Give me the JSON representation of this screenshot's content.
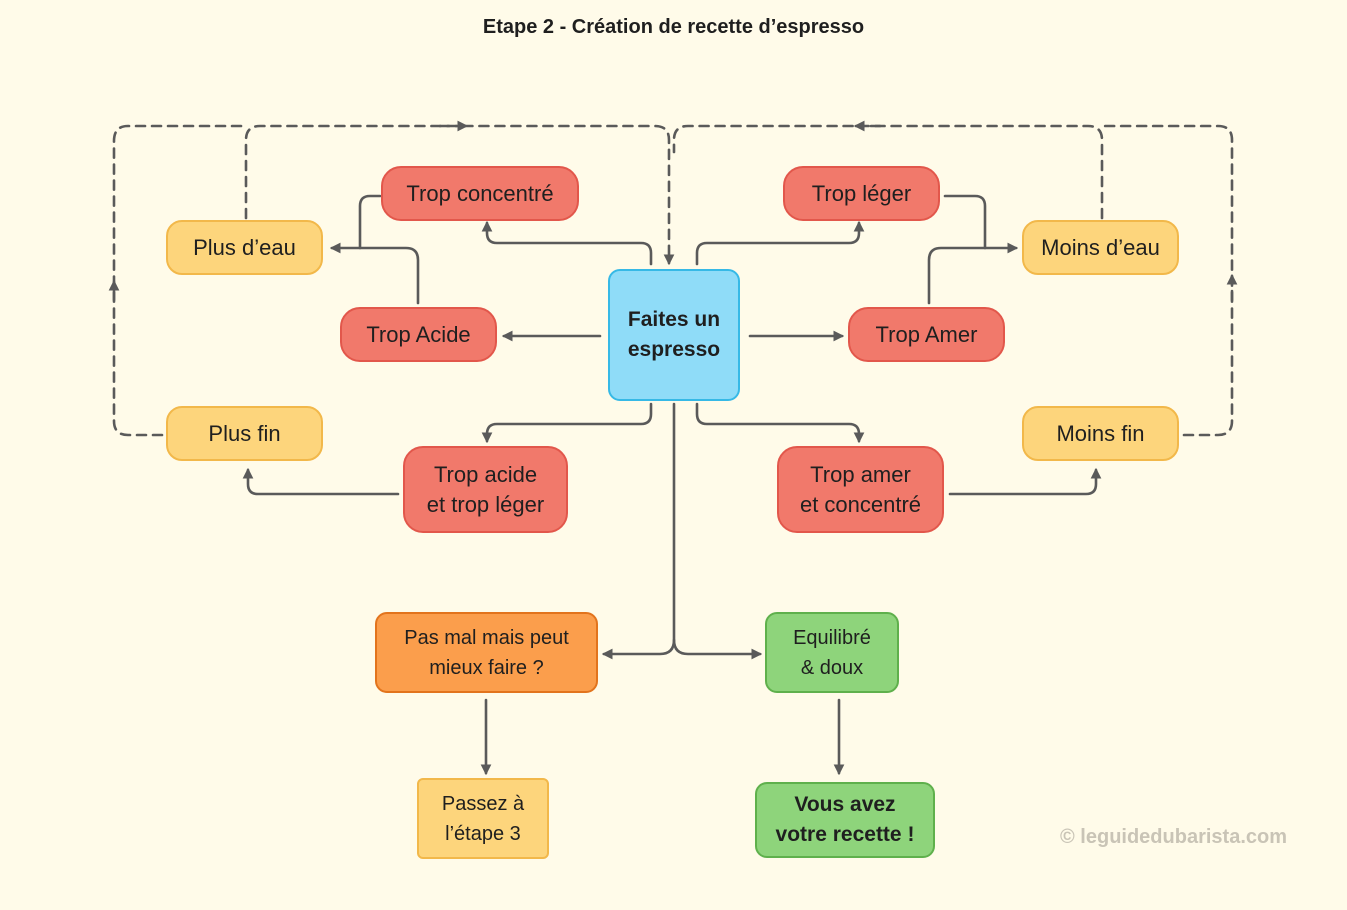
{
  "title": "Etape 2 - Création de recette d’espresso",
  "nodes": {
    "center": "Faites un\nespresso",
    "trop_concentre": "Trop concentré",
    "trop_leger": "Trop léger",
    "plus_eau": "Plus d’eau",
    "moins_eau": "Moins d’eau",
    "trop_acide": "Trop Acide",
    "trop_amer": "Trop Amer",
    "plus_fin": "Plus fin",
    "moins_fin": "Moins fin",
    "acide_leger": "Trop acide\net trop léger",
    "amer_concentre": "Trop amer\net concentré",
    "pas_mal": "Pas mal mais peut\nmieux faire ?",
    "equilibre": "Equilibré\n& doux",
    "etape3": "Passez à\nl’étape 3",
    "recette": "Vous avez\nvotre recette !"
  },
  "watermark": "© leguidedubarista.com",
  "colors": {
    "background": "#fffbe9",
    "red": "#f1796b",
    "yellow": "#fdd57c",
    "blue": "#8fdcf8",
    "orange": "#fb9e4c",
    "green": "#8ed47b",
    "connector": "#5a5a5a"
  }
}
